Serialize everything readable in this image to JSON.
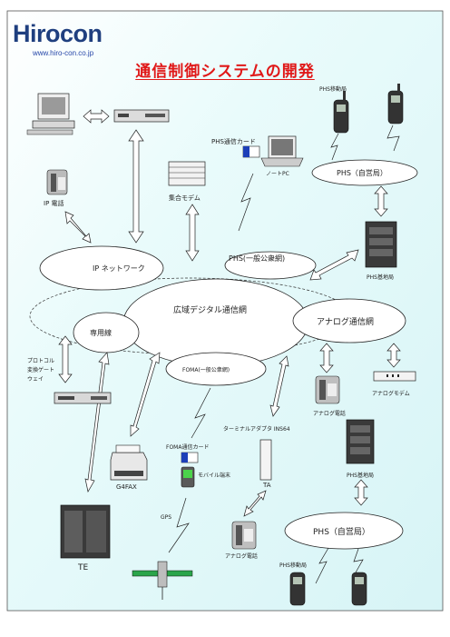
{
  "brand": {
    "name": "Hirocon",
    "url": "www.hiro-con.co.jp"
  },
  "title": "通信制御システムの開発",
  "networks": {
    "ip_network": "IP ネットワーク",
    "wide_area_digital": "広域デジタル通信網",
    "dedicated_line": "専用線",
    "phs_public": "PHS(一般公衆網)",
    "analog": "アナログ通信網",
    "foma_public": "FOMA(一般公衆網)",
    "phs_private_top": "PHS（自営局）",
    "phs_private_bottom": "PHS（自営局）"
  },
  "devices": {
    "ip_phone": "IP 電話",
    "group_modem": "集合モデム",
    "phs_card": "PHS通信カード",
    "notebook_pc": "ノートPC",
    "phs_mobile_top": "PHS移動局",
    "phs_base_station": "PHS基地局",
    "protocol_gateway": [
      "プロトコル",
      "変換ゲート",
      "ウェイ"
    ],
    "analog_phone_right": "アナログ電話",
    "analog_modem": "アナログモデム",
    "terminal_adapter": "ターミナルアダプタ INS64",
    "foma_card": "FOMA通信カード",
    "mobile_terminal": "モバイル端末",
    "g4fax": "G4FAX",
    "ta": "TA",
    "phs_concentrator": "PHS基地局",
    "gps": "GPS",
    "analog_phone_bottom": "アナログ電話",
    "te": "TE",
    "phs_mobile_bottom": "PHS移動局"
  },
  "colors": {
    "panel": "#e6fbfb",
    "brand": "#1f3f7f",
    "title": "#e01818",
    "line": "#222222"
  }
}
